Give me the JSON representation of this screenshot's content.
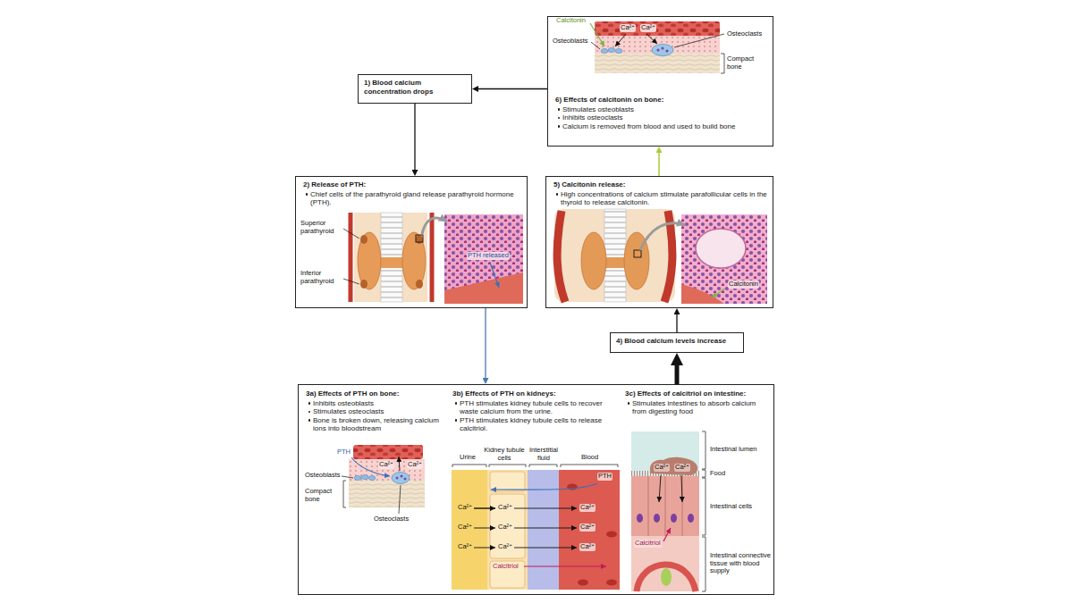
{
  "diagram": {
    "nodes": [
      {
        "text": [
          "6) Effects of calcitonin on bone:",
          "Stimulates osteoblasts",
          "Inhibits osteoclasts",
          "Calcium is removed from blood and used to build bone"
        ]
      },
      {
        "text": [
          "1) Blood calcium concentration drops"
        ]
      },
      {
        "text": [
          "2) Release of PTH:",
          "Chief cells of the parathyroid gland release parathyroid hormone (PTH)."
        ]
      },
      {
        "text": [
          "5) Calcitonin release:",
          "High concentrations of calcium stimulate parafollicular cells in the thyroid to release calcitonin."
        ]
      },
      {
        "text": [
          "4) Blood calcium levels increase"
        ]
      },
      {
        "text": [
          "3a) Effects of PTH on bone:",
          "Inhibits osteoblasts",
          "Stimulates osteoclasts",
          "Bone is broken down, releasing calcium ions into bloodstream",
          "3b) Effects of PTH on kidneys:",
          "PTH stimulates kidney tubule cells to recover waste calcium from the urine.",
          "PTH stimulates kidney tubule cells to release calcitriol.",
          "3c) Effects of calcitriol on intestine:",
          "Stimulates intestines to absorb calcium from digesting food"
        ]
      }
    ],
    "edges": [
      {
        "from": 0,
        "to": 1,
        "arrow": "to"
      },
      {
        "from": 1,
        "to": 2,
        "arrow": "to"
      },
      {
        "from": 2,
        "to": 5,
        "arrow": "to"
      },
      {
        "from": 5,
        "to": 4,
        "arrow": "to"
      },
      {
        "from": 4,
        "to": 3,
        "arrow": "to"
      },
      {
        "from": 3,
        "to": 0,
        "arrow": "to"
      }
    ],
    "labels": [
      "Calcitonin",
      "Ca²⁺",
      "Ca²⁺",
      "Osteoblasts",
      "Osteoclasts",
      "Compact bone",
      "Superior parathyroid",
      "Inferior parathyroid",
      "PTH released",
      "Calcitonin",
      "PTH",
      "Ca²⁺",
      "Ca²⁺",
      "Osteoblasts",
      "Compact bone",
      "Osteoclasts",
      "Urine",
      "Kidney tubule cells",
      "Interstitial fluid",
      "Blood",
      "PTH",
      "Ca²⁺",
      "Ca²⁺",
      "Ca²⁺",
      "Ca²⁺",
      "Ca²⁺",
      "Ca²⁺",
      "Ca²⁺",
      "Ca²⁺",
      "Ca²⁺",
      "Calcitriol",
      "Intestinal lumen",
      "Food",
      "Ca²⁺",
      "Ca²⁺",
      "Intestinal cells",
      "Calcitriol",
      "Intestinal connective tissue with blood supply"
    ]
  }
}
